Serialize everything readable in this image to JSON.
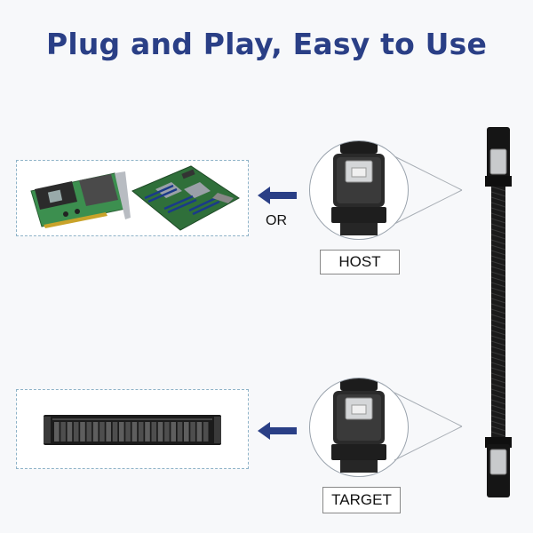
{
  "title": "Plug and Play, Easy to Use",
  "host_label": "HOST",
  "target_label": "TARGET",
  "or_text": "OR",
  "colors": {
    "title": "#2a3f86",
    "arrow": "#2a3f86",
    "cable": "#1a1a1a",
    "board_green": "#3a8a4a",
    "background": "#f7f8fa"
  },
  "icons": {
    "host_devices": [
      "raid-card-image",
      "motherboard-image"
    ],
    "target_device": "server-chassis-image",
    "connector": "mini-sas-connector-image"
  }
}
